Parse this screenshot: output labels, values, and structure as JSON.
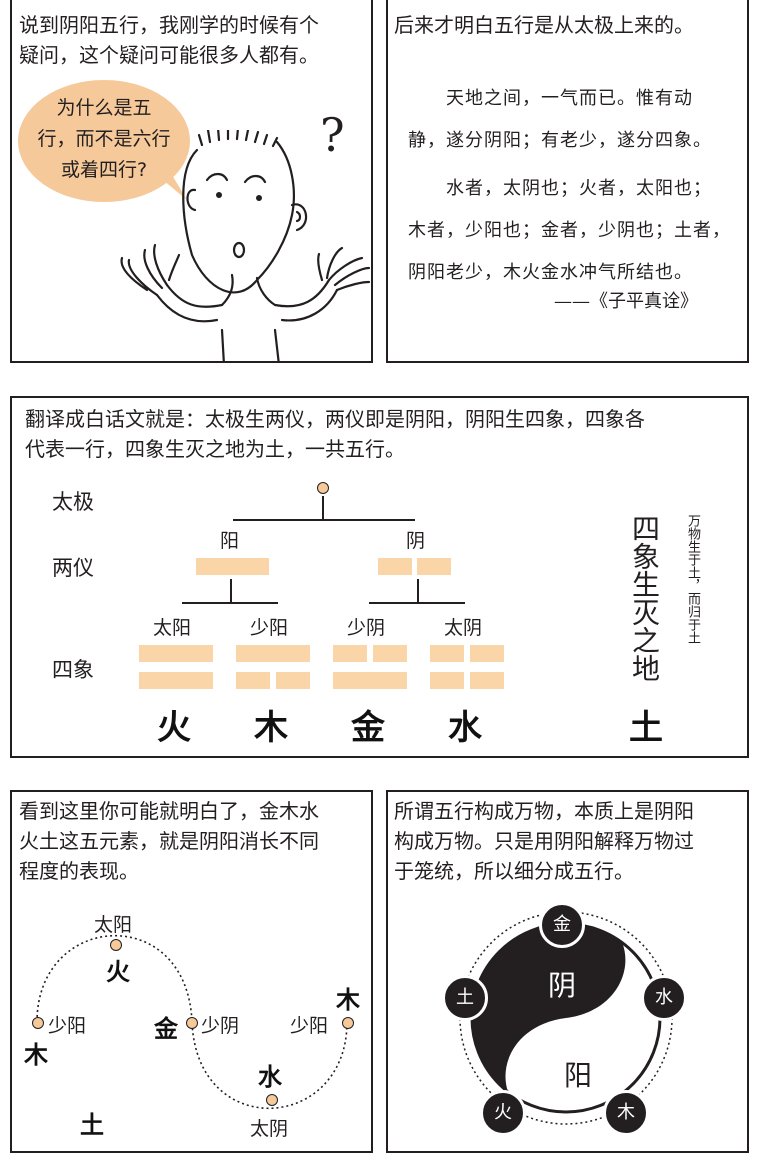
{
  "panels": {
    "p1": {
      "caption_lines": [
        "说到阴阳五行，我刚学的时候有个",
        "疑问，这个疑问可能很多人都有。"
      ],
      "bubble_lines": [
        "为什么是五",
        "行，而不是六行",
        "或着四行?"
      ],
      "question_mark": "?"
    },
    "p2": {
      "caption": "后来才明白五行是从太极上来的。",
      "quote_lines": [
        "　　天地之间，一气而已。惟有动",
        "静，遂分阴阳；有老少，遂分四象。",
        "　　水者，太阴也；火者，太阳也；",
        "木者，少阳也；金者，少阴也；土者，",
        "阴阳老少，木火金水冲气所结也。"
      ],
      "source": "——《子平真诠》"
    },
    "p3": {
      "caption_lines": [
        "翻译成白话文就是：太极生两仪，两仪即是阴阳，阴阳生四象，四象各",
        "代表一行，四象生灭之地为土，一共五行。"
      ],
      "row_labels": {
        "taiji": "太极",
        "liangyi": "两仪",
        "sixiang": "四象"
      },
      "yang": "阳",
      "yin": "阴",
      "four_images": [
        "太阳",
        "少阳",
        "少阴",
        "太阴"
      ],
      "elements": [
        "火",
        "木",
        "金",
        "水"
      ],
      "earth": "土",
      "earth_title": "四象生灭之地",
      "earth_note": "万物生于土，而归于土",
      "colors": {
        "bar": "#f9d5a7",
        "bubble": "#f6c99a"
      }
    },
    "p4": {
      "caption_lines": [
        "看到这里你可能就明白了，金木水",
        "火土这五元素，就是阴阳消长不同",
        "程度的表现。"
      ],
      "labels": {
        "taiyang": "太阳",
        "huo": "火",
        "shaoyang_left": "少阳",
        "mu_left": "木",
        "jin": "金",
        "shaoyin": "少阴",
        "shaoyang_right": "少阳",
        "mu_right": "木",
        "shui": "水",
        "taiyin": "太阴",
        "tu": "土"
      }
    },
    "p5": {
      "caption_lines": [
        "所谓五行构成万物，本质上是阴阳",
        "构成万物。只是用阴阳解释万物过",
        "于笼统，所以细分成五行。"
      ],
      "yin": "阴",
      "yang": "阳",
      "wuxing": {
        "top": "金",
        "right": "水",
        "bottom_right": "木",
        "bottom_left": "火",
        "left": "土"
      }
    }
  }
}
